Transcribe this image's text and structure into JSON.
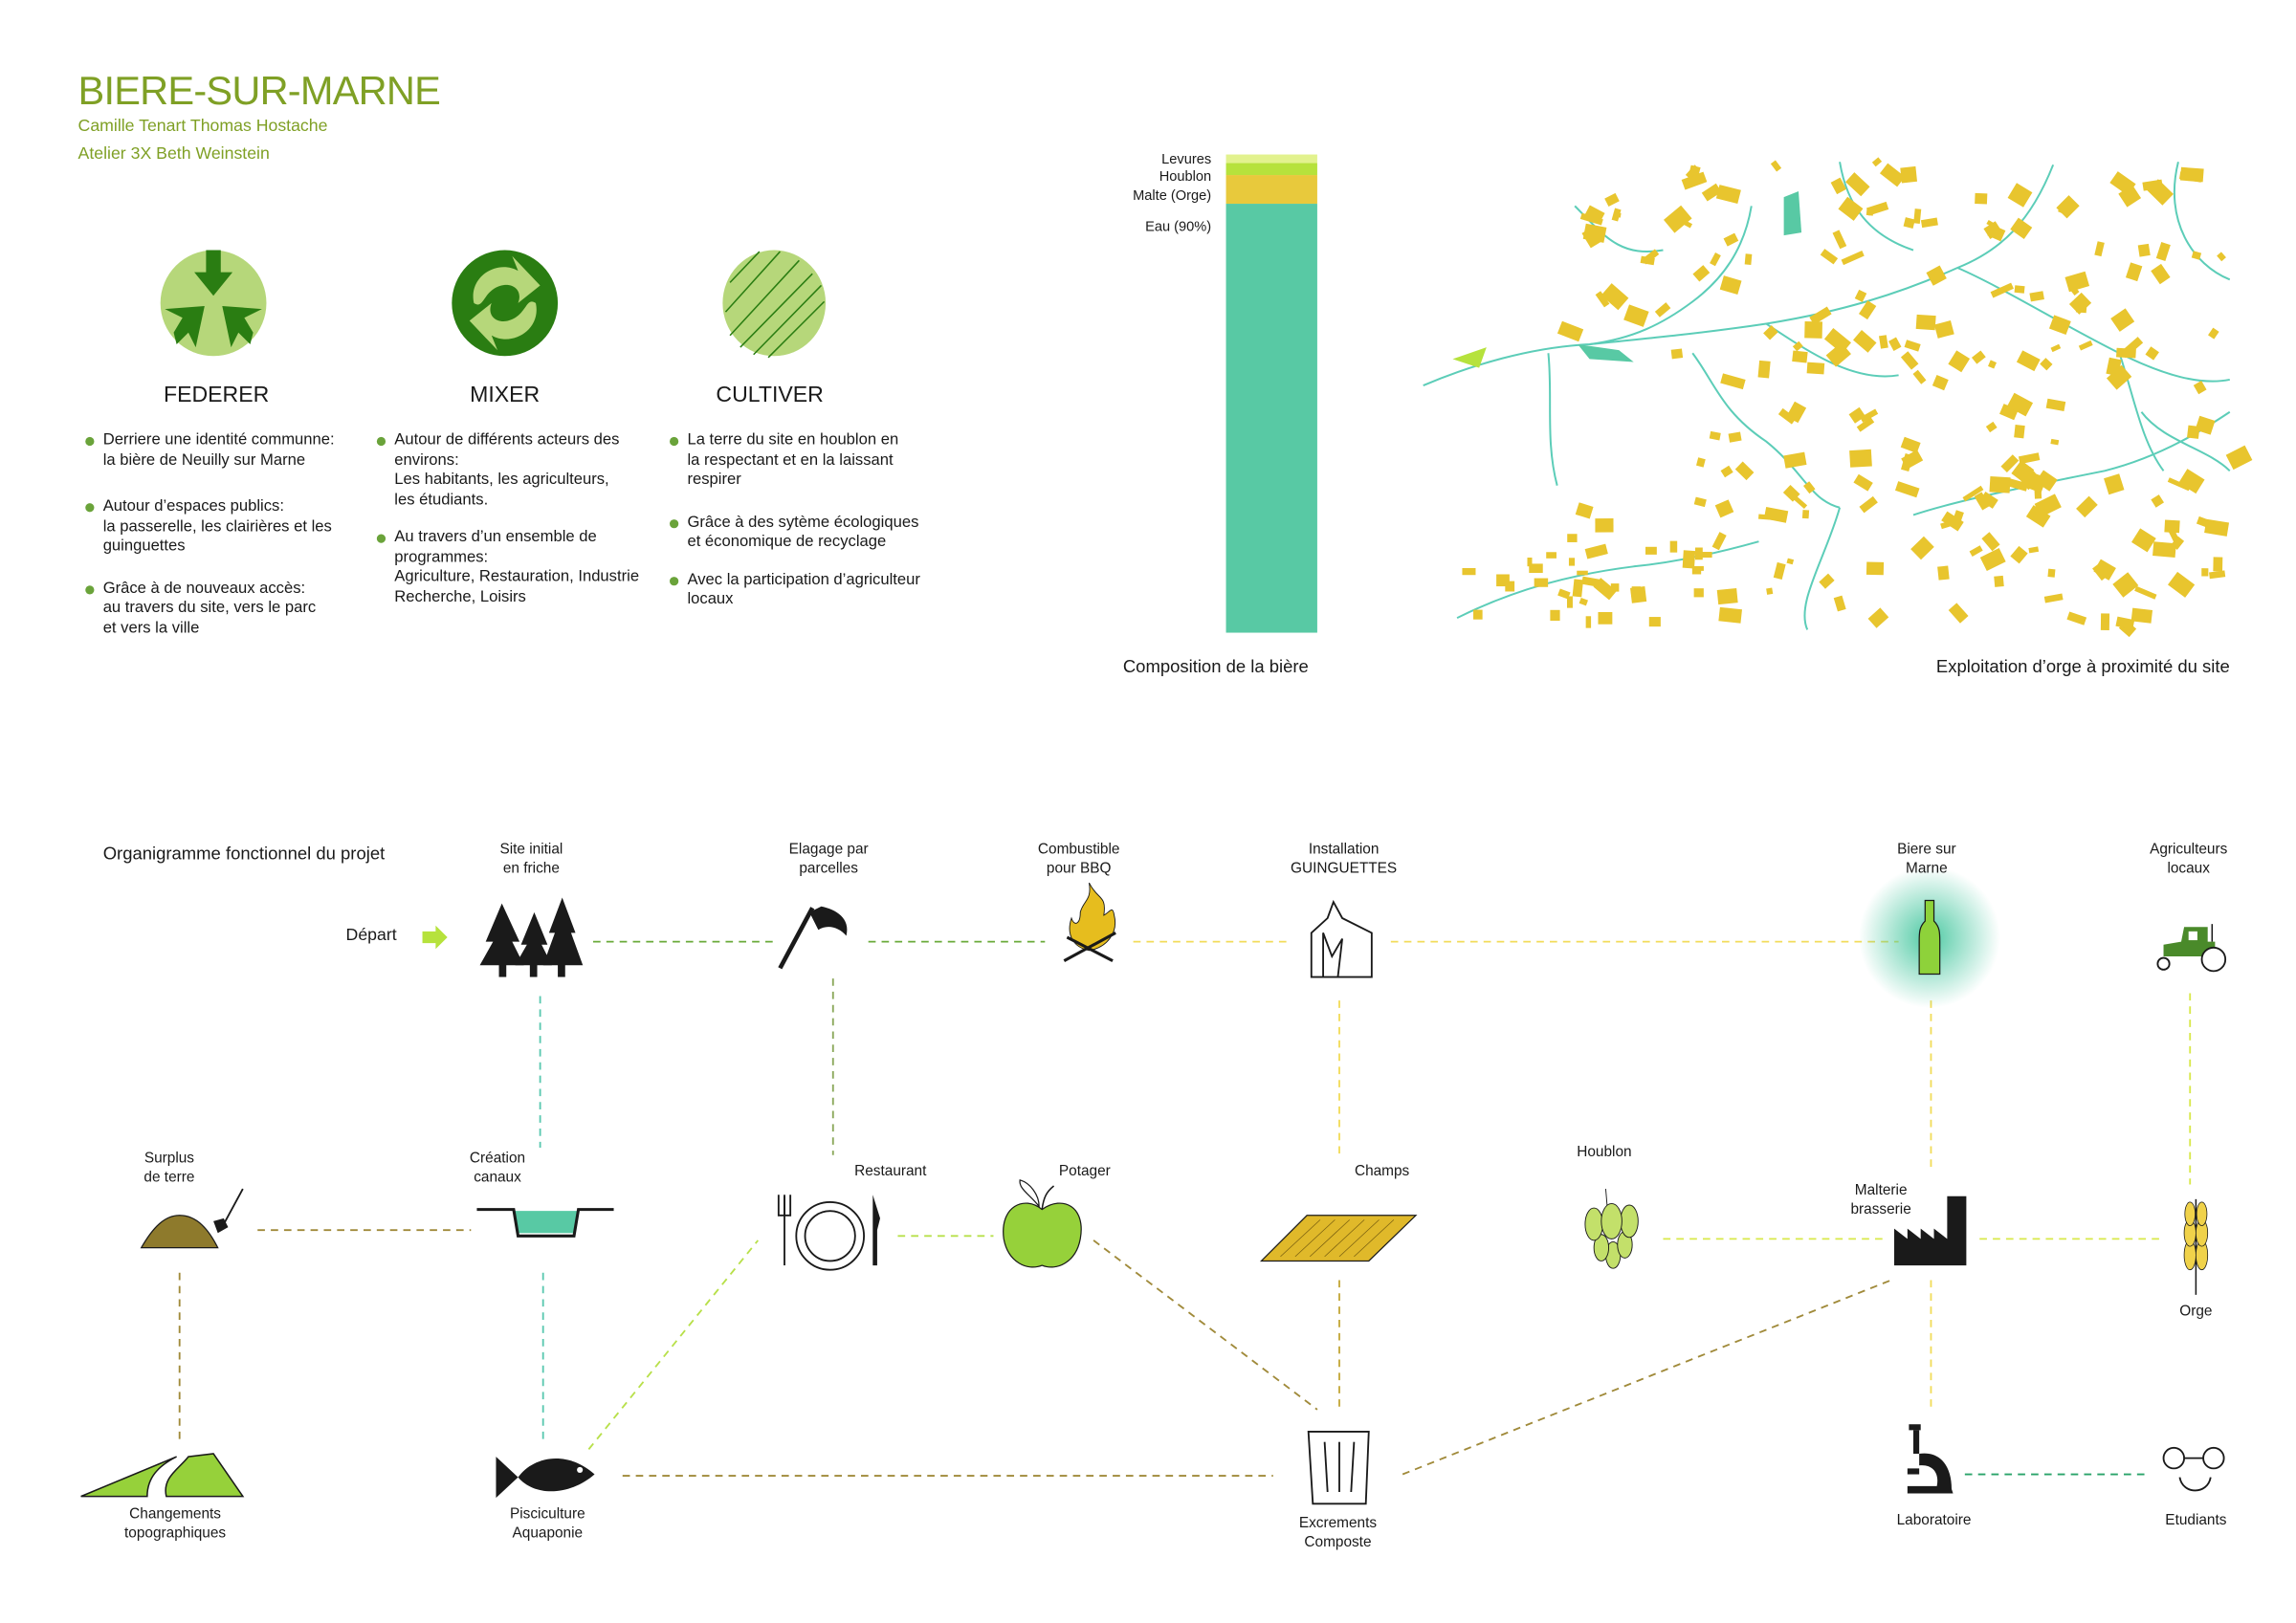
{
  "header": {
    "title": "BIERE-SUR-MARNE",
    "authors": "Camille Tenart  Thomas Hostache",
    "atelier": "Atelier 3X Beth Weinstein"
  },
  "principles": [
    {
      "heading": "FEDERER",
      "icon": "converging-arrows-icon",
      "bullets": [
        "Derriere une identité communne:\nla bière de Neuilly sur Marne",
        "Autour d’espaces publics:\nla passerelle, les clairières et les\nguinguettes",
        "Grâce à de nouveaux accès:\nau travers du site, vers le parc\net vers la ville"
      ]
    },
    {
      "heading": "MIXER",
      "icon": "recycle-arrows-icon",
      "bullets": [
        "Autour de différents acteurs des\nenvirons:\nLes habitants, les agriculteurs,\nles étudiants.",
        "Au travers d’un ensemble de\nprogrammes:\nAgriculture, Restauration, Industrie\nRecherche, Loisirs"
      ]
    },
    {
      "heading": "CULTIVER",
      "icon": "hatched-field-icon",
      "bullets": [
        "La terre du site en houblon en\nla respectant et en la laissant\nrespirer",
        "Grâce à des sytème écologiques\net économique de recyclage",
        "Avec la participation d’agriculteur\nlocaux"
      ]
    }
  ],
  "composition": {
    "caption": "Composition de la bière",
    "layers": [
      {
        "label": "Levures",
        "value": 1.8,
        "color": "#e2f28e"
      },
      {
        "label": "Houblon",
        "value": 2.5,
        "color": "#b6e23c"
      },
      {
        "label": "Malte (Orge)",
        "value": 6.0,
        "color": "#e8c93c"
      },
      {
        "label": "Eau (90%)",
        "value": 89.7,
        "color": "#58c9a4"
      }
    ]
  },
  "map": {
    "caption": "Exploitation d’orge à proximité du site",
    "field_color": "#e8c52e",
    "river_color": "#5ccdb8"
  },
  "organigram": {
    "title": "Organigramme fonctionnel du projet",
    "start_label": "Départ",
    "nodes": {
      "site": "Site initial\nen friche",
      "elagage": "Elagage par\nparcelles",
      "combustible": "Combustible\npour BBQ",
      "guinguettes": "Installation\nGUINGUETTES",
      "biere": "Biere sur\nMarne",
      "agriculteurs": "Agriculteurs\nlocaux",
      "surplus": "Surplus\nde terre",
      "canaux": "Création\ncanaux",
      "restaurant": "Restaurant",
      "potager": "Potager",
      "champs": "Champs",
      "houblon": "Houblon",
      "malterie": "Malterie\nbrasserie",
      "orge": "Orge",
      "topo": "Changements\ntopographiques",
      "pisciculture": "Pisciculture\nAquaponie",
      "composte": "Excrements\nComposte",
      "laboratoire": "Laboratoire",
      "etudiants": "Etudiants"
    }
  }
}
